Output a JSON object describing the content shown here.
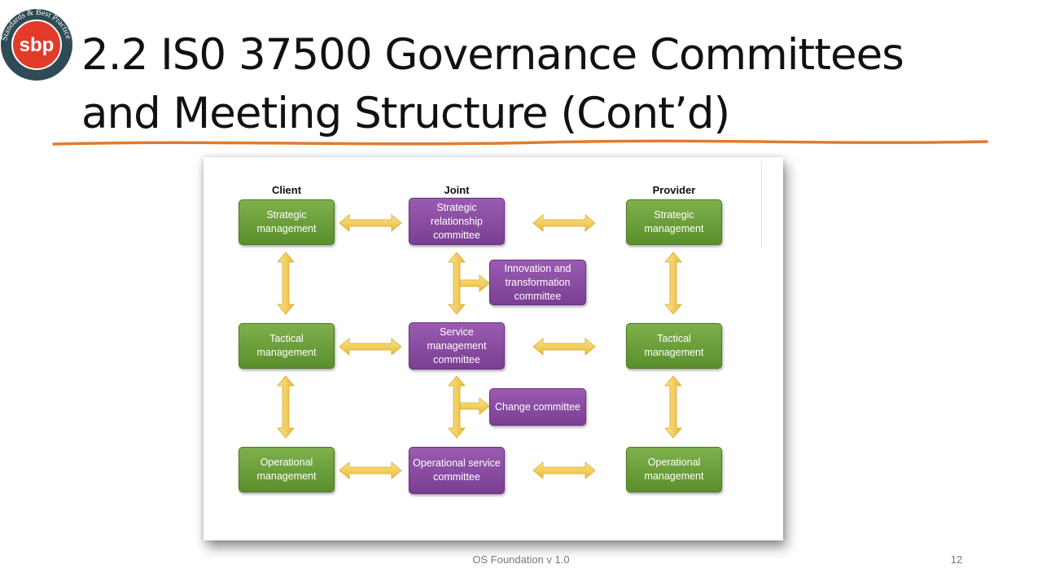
{
  "logo": {
    "text": "sbp",
    "ring_text": "Standards & Best Practice",
    "colors": {
      "outer": "#2f4b55",
      "inner": "#e23b2a"
    }
  },
  "title": {
    "line1": "2.2 IS0 37500 Governance Committees",
    "line2": "and Meeting Structure (Cont’d)"
  },
  "underline_color": "#e07b2e",
  "diagram": {
    "columns": {
      "client": "Client",
      "joint": "Joint",
      "provider": "Provider"
    },
    "client_boxes": {
      "strategic": "Strategic management",
      "tactical": "Tactical management",
      "operational": "Operational management"
    },
    "joint_boxes": {
      "strategic": "Strategic relationship committee",
      "service": "Service management committee",
      "operational": "Operational service committee"
    },
    "side_boxes": {
      "innovation": "Innovation and transformation committee",
      "change": "Change committee"
    },
    "provider_boxes": {
      "strategic": "Strategic management",
      "tactical": "Tactical management",
      "operational": "Operational management"
    },
    "colors": {
      "green": "#6a9f3a",
      "purple": "#8a4aa3",
      "arrow": "#f3d15a"
    }
  },
  "footer": {
    "center": "OS Foundation v 1.0",
    "page": "12"
  }
}
